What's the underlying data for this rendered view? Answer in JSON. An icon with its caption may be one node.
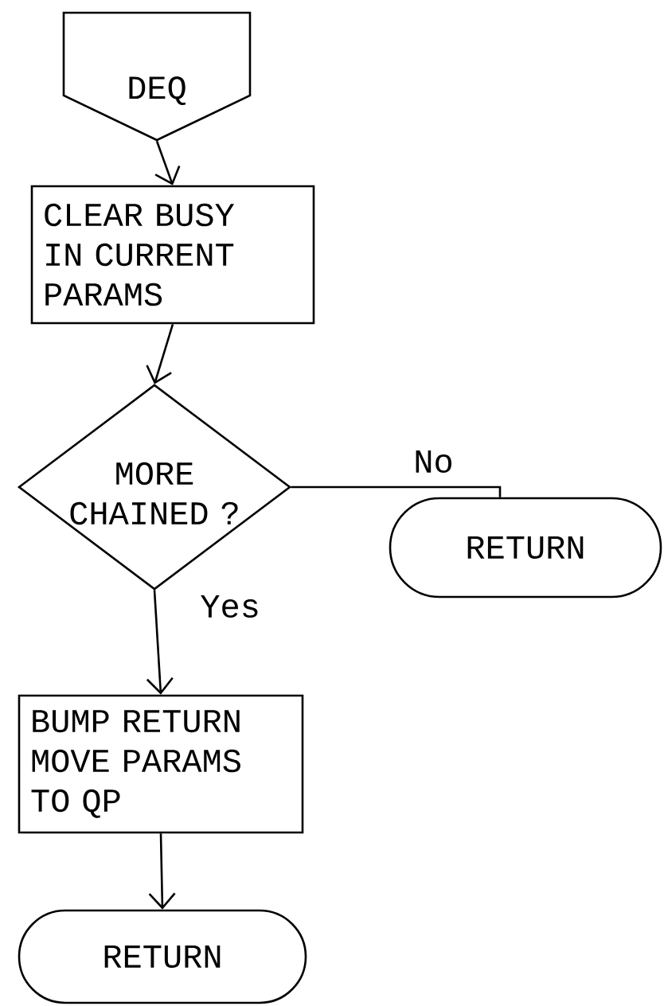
{
  "diagram": {
    "nodes": [
      {
        "text": [
          "DEQ"
        ]
      },
      {
        "text": [
          "CLEAR BUSY IN CURRENT PARAMS"
        ]
      },
      {
        "text": [
          "MORE CHAINED ?"
        ]
      },
      {
        "text": [
          "RETURN"
        ]
      },
      {
        "text": [
          "BUMP RETURN MOVE PARAMS TO QP"
        ]
      },
      {
        "text": [
          "RETURN"
        ]
      }
    ],
    "edges": [
      {
        "from": 0,
        "to": 1,
        "arrow": "to"
      },
      {
        "from": 1,
        "to": 2,
        "arrow": "to"
      },
      {
        "from": 2,
        "to": 3,
        "arrow": "none",
        "label": "No"
      },
      {
        "from": 2,
        "to": 4,
        "arrow": "to",
        "label": "Yes"
      },
      {
        "from": 4,
        "to": 5,
        "arrow": "to"
      }
    ]
  }
}
